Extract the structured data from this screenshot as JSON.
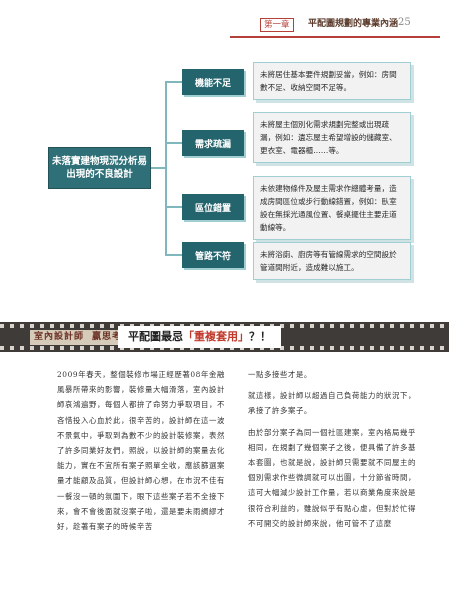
{
  "header": {
    "chapter": "第一章",
    "title": "平配圖規劃的專業內涵",
    "page": "25"
  },
  "diagram": {
    "root": "未落實建物現況分析易出現的不良設計",
    "items": [
      {
        "label": "機能不足",
        "desc": "未將居住基本要件規劃妥當，例如：房間數不足、收納空間不足等。"
      },
      {
        "label": "需求疏漏",
        "desc": "未將屋主個別化需求規劃完整或出現疏漏，例如：遺忘屋主希望增設的儲藏室、更衣室、電器櫃……等。"
      },
      {
        "label": "區位錯置",
        "desc": "未依建物條件及屋主需求作總體考量，造成房間區位或步行動線錯置，例如：臥室設在無採光通風位置、餐桌擺住主要走道動線等。"
      },
      {
        "label": "管路不符",
        "desc": "未將浴廁、廚房等有管線需求的空間設於管道間附近，造成難以施工。"
      }
    ]
  },
  "banner": {
    "tag1": "室內設計師",
    "tag2": "贏思考",
    "title_prefix": "平配圖最忌",
    "title_highlight": "「重複套用」",
    "title_suffix": "？！"
  },
  "body": {
    "left": "2009年春天，整個裝修市場正經歷著08年金融風暴所帶來的影響，裝修量大幅滑落，室內設計師哀鴻遍野，每個人都拚了命努力爭取項目，不吝惜投入心血於此，很辛苦的，設計師在這一波不景氣中，爭取到為數不少的設計裝修案，表然了許多同業好友們，照說，以設計師的案量去化能力，實在不宜所有案子照單全收，應該篩選案量才能顧及品質，但設計師心想，在市況不佳有一餐沒一頓的氛圍下，眼下這些案子若不全接下來，會不會後面就沒案子啦，還是要未雨綢繆才好，趁著有案子的時候辛苦",
    "right_p1": "一點多接些才是。",
    "right_p2": "就這樣，設計師以超過自己負荷能力的狀況下，承接了許多案子。",
    "right_p3": "由於部分案子為同一個社區建案，室內格局幾乎相同，在規劃了幾個案子之後，便具備了許多基本套圖，也就是說，設計師只需要就不同屋主的個別需求作些微調就可以出圖，十分節省時間，這可大幅減少設計工作量，若以商業角度來說是很符合利益的，雖說似乎有點心虛，但對於忙得不可開交的設計師來說，他可管不了這麼"
  }
}
